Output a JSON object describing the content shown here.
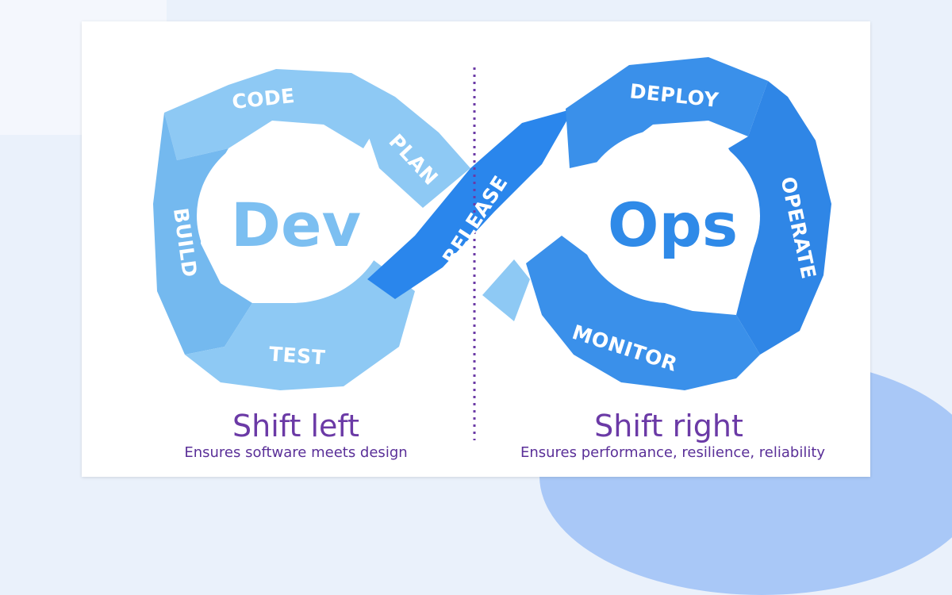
{
  "diagram": {
    "left_word": "Dev",
    "right_word": "Ops",
    "stages": {
      "code": "CODE",
      "plan": "PLAN",
      "build": "BUILD",
      "test": "TEST",
      "release": "RELEASE",
      "deploy": "DEPLOY",
      "operate": "OPERATE",
      "monitor": "MONITOR"
    },
    "colors": {
      "dev_blue": "#7cbff1",
      "ops_blue": "#2f8ae8",
      "release_blue": "#2a86ec",
      "purple": "#6b3aa6"
    }
  },
  "left_caption": {
    "title": "Shift left",
    "subtitle": "Ensures software meets design"
  },
  "right_caption": {
    "title": "Shift right",
    "subtitle": "Ensures performance, resilience, reliability"
  }
}
